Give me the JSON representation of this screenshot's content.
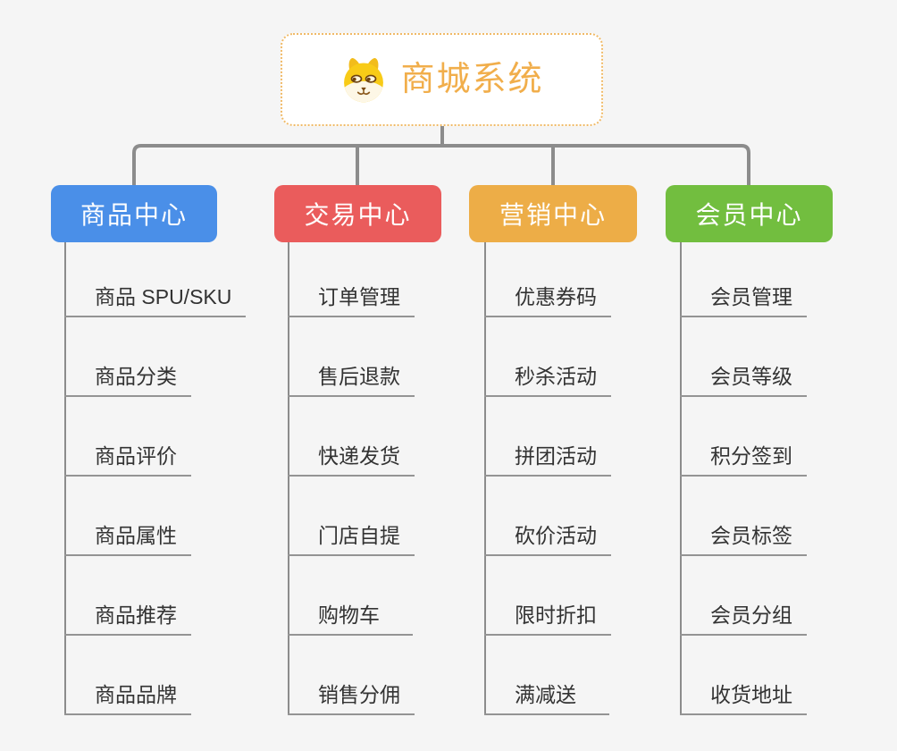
{
  "canvas": {
    "background_color": "#f5f5f5",
    "connector_color": "#8c8c8c"
  },
  "root": {
    "title": "商城系统",
    "icon": "shiba-dog-face-icon",
    "text_color": "#f1ae4b",
    "border_color": "#f0ba67"
  },
  "branches": [
    {
      "label": "商品中心",
      "color": "#4a8fe8",
      "children": [
        "商品 SPU/SKU",
        "商品分类",
        "商品评价",
        "商品属性",
        "商品推荐",
        "商品品牌"
      ]
    },
    {
      "label": "交易中心",
      "color": "#ea5c5c",
      "children": [
        "订单管理",
        "售后退款",
        "快递发货",
        "门店自提",
        "购物车",
        "销售分佣"
      ]
    },
    {
      "label": "营销中心",
      "color": "#edad47",
      "children": [
        "优惠券码",
        "秒杀活动",
        "拼团活动",
        "砍价活动",
        "限时折扣",
        "满减送"
      ]
    },
    {
      "label": "会员中心",
      "color": "#72be3f",
      "children": [
        "会员管理",
        "会员等级",
        "积分签到",
        "会员标签",
        "会员分组",
        "收货地址"
      ]
    }
  ]
}
